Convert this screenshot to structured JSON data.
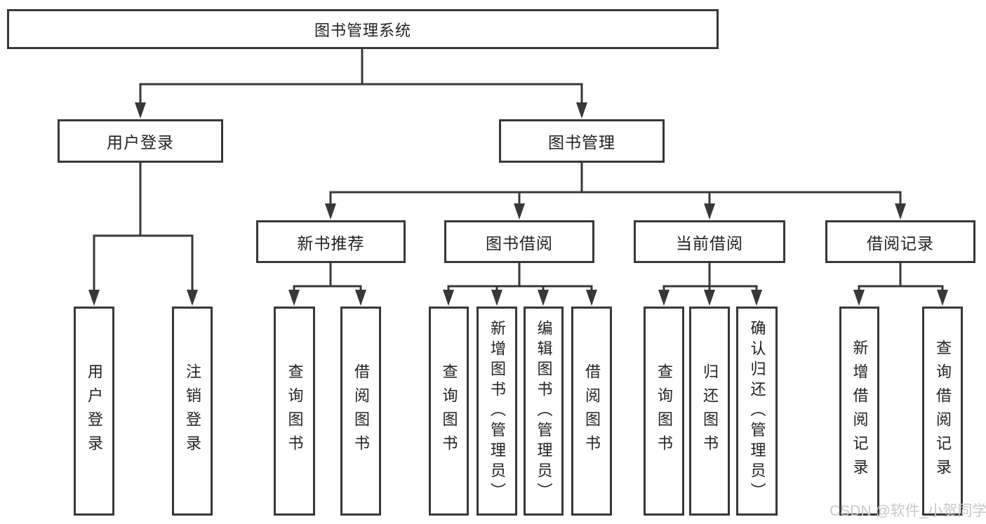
{
  "tree": {
    "root": {
      "label": "图书管理系统"
    },
    "children": [
      {
        "label": "用户登录",
        "children": [
          {
            "label": "用户登录"
          },
          {
            "label": "注销登录"
          }
        ]
      },
      {
        "label": "图书管理",
        "children": [
          {
            "label": "新书推荐",
            "children": [
              {
                "label": "查询图书"
              },
              {
                "label": "借阅图书"
              }
            ]
          },
          {
            "label": "图书借阅",
            "children": [
              {
                "label": "查询图书"
              },
              {
                "label": "新增图书（管理员）"
              },
              {
                "label": "编辑图书（管理员）"
              },
              {
                "label": "借阅图书"
              }
            ]
          },
          {
            "label": "当前借阅",
            "children": [
              {
                "label": "查询图书"
              },
              {
                "label": "归还图书"
              },
              {
                "label": "确认归还（管理员）"
              }
            ]
          },
          {
            "label": "借阅记录",
            "children": [
              {
                "label": "新增借阅记录"
              },
              {
                "label": "查询借阅记录"
              }
            ]
          }
        ]
      }
    ]
  },
  "watermark": {
    "text": "CSDN @软件_小贺同学"
  },
  "colors": {
    "line": "#383838",
    "text": "#222222",
    "watermark": "#c8c8c8",
    "background": "#ffffff"
  }
}
